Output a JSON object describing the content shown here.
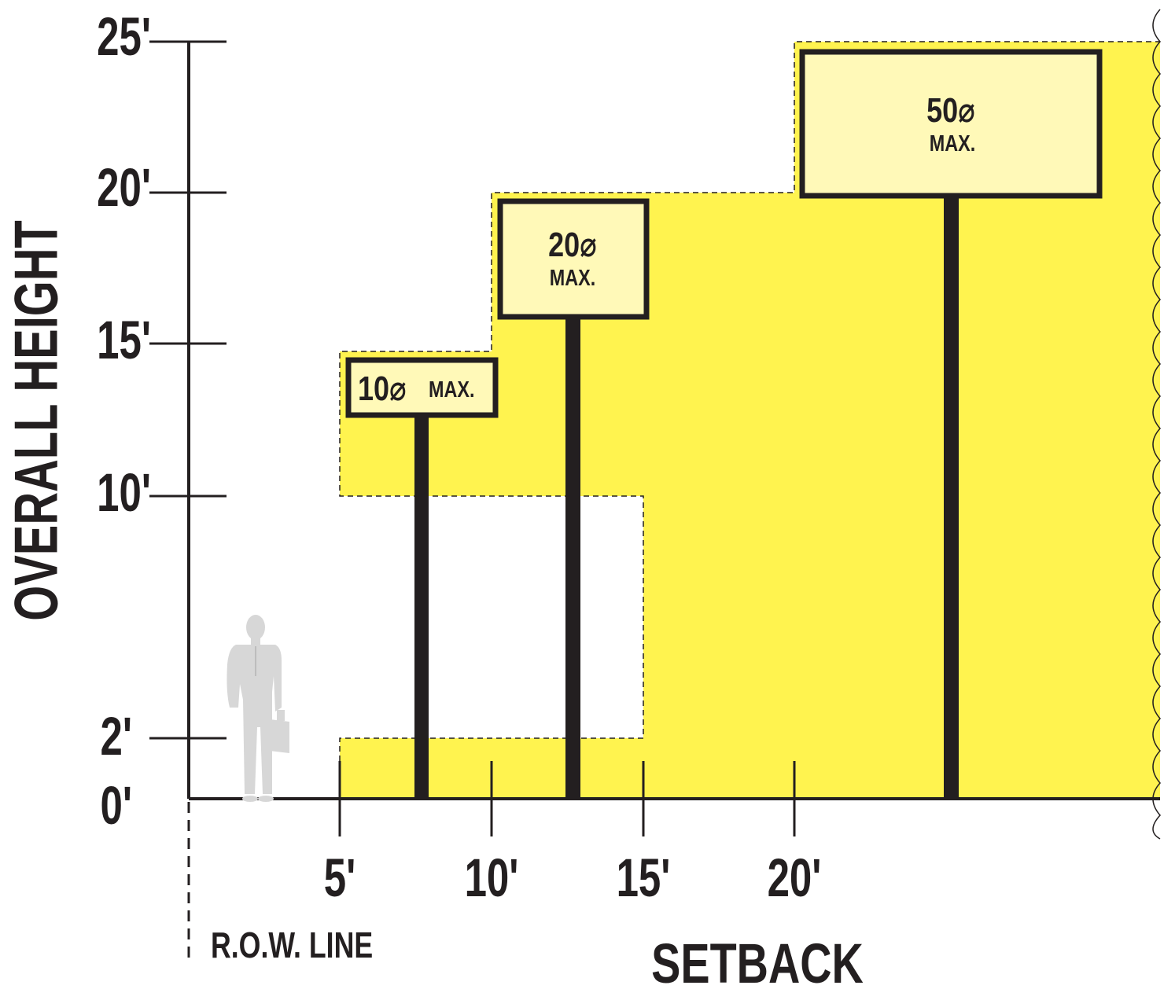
{
  "colors": {
    "zone": "#fff34f",
    "sign_face": "#fff9b8",
    "ink": "#231f20",
    "figure": "#d7d7d7",
    "background": "#ffffff"
  },
  "y_axis": {
    "title": "OVERALL HEIGHT",
    "tick_labels": [
      "25'",
      "20'",
      "15'",
      "10'",
      "2'",
      "0'"
    ]
  },
  "x_axis": {
    "title": "SETBACK",
    "tick_labels": [
      "5'",
      "10'",
      "15'",
      "20'"
    ]
  },
  "row_line_label": "R.O.W. LINE",
  "signs": [
    {
      "size_label": "10⌀",
      "max_label": "MAX."
    },
    {
      "size_label": "20⌀",
      "max_label": "MAX."
    },
    {
      "size_label": "50⌀",
      "max_label": "MAX."
    }
  ],
  "icons": {
    "person": "person-with-briefcase-icon"
  }
}
